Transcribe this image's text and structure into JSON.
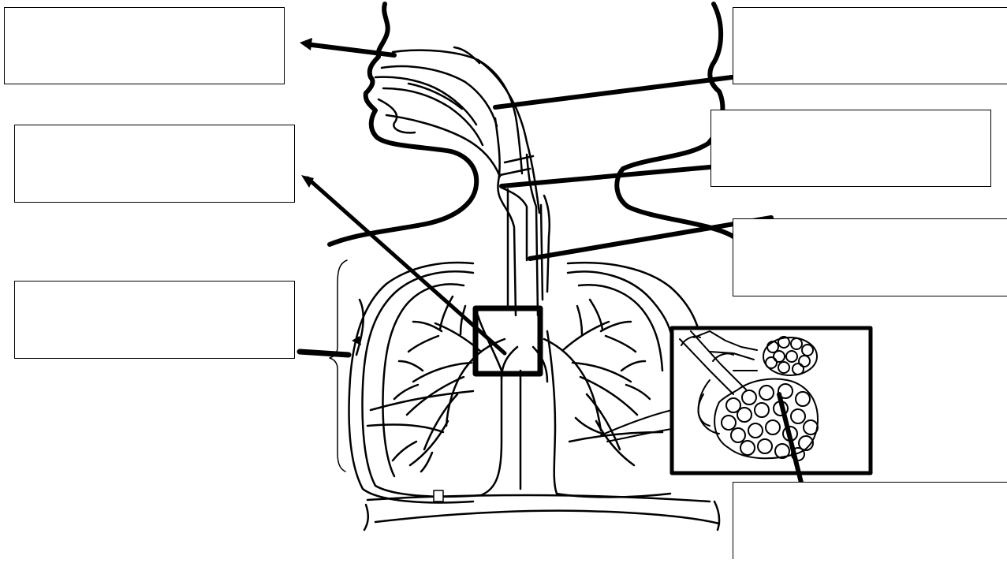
{
  "diagram": {
    "subject": "respiratory-system",
    "label_boxes": [
      {
        "id": "box-1",
        "text": ""
      },
      {
        "id": "box-2",
        "text": ""
      },
      {
        "id": "box-3",
        "text": ""
      },
      {
        "id": "box-4",
        "text": ""
      },
      {
        "id": "box-5",
        "text": ""
      },
      {
        "id": "box-6",
        "text": ""
      },
      {
        "id": "box-7",
        "text": ""
      }
    ],
    "colors": {
      "ink": "#000000",
      "paper": "#ffffff"
    }
  }
}
